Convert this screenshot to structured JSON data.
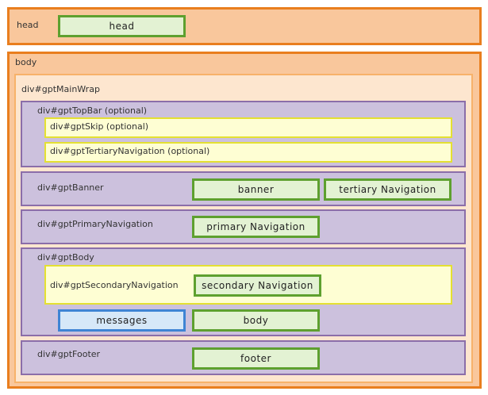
{
  "head": {
    "label": "head",
    "slot": "head"
  },
  "body": {
    "label": "body",
    "main_wrap": {
      "label": "div#gptMainWrap",
      "top_bar": {
        "label": "div#gptTopBar (optional)",
        "skip_label": "div#gptSkip (optional)",
        "tertiary_label": "div#gptTertiaryNavigation (optional)"
      },
      "banner": {
        "label": "div#gptBanner",
        "slot_banner": "banner",
        "slot_tertiary": "tertiary Navigation"
      },
      "primary_nav": {
        "label": "div#gptPrimaryNavigation",
        "slot": "primary Navigation"
      },
      "gpt_body": {
        "label": "div#gptBody",
        "secondary_label": "div#gptSecondaryNavigation",
        "secondary_slot": "secondary Navigation",
        "messages_slot": "messages",
        "body_slot": "body"
      },
      "footer": {
        "label": "div#gptFooter",
        "slot": "footer"
      }
    }
  },
  "colors": {
    "outer_fill": "#f9c79c",
    "outer_border": "#e97e1e",
    "band_fill": "#ccc1dd",
    "band_border": "#8b6ea9",
    "optional_fill": "#fefed3",
    "optional_border": "#e4e032",
    "slot_fill": "#e3f2d3",
    "slot_border": "#5ea02f",
    "messages_fill": "#d6e8f8",
    "messages_border": "#3f84d4"
  }
}
